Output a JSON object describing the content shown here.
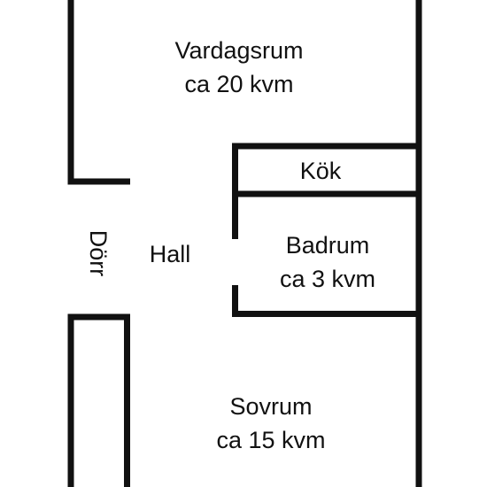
{
  "rooms": {
    "vardagsrum": {
      "name": "Vardagsrum",
      "area": "ca 20 kvm"
    },
    "kok": {
      "name": "Kök"
    },
    "badrum": {
      "name": "Badrum",
      "area": "ca 3 kvm"
    },
    "sovrum": {
      "name": "Sovrum",
      "area": "ca 15 kvm"
    },
    "hall": {
      "name": "Hall"
    }
  },
  "door": {
    "label": "Dörr"
  },
  "colors": {
    "wall": "#111111",
    "background": "#ffffff",
    "text": "#111111"
  }
}
